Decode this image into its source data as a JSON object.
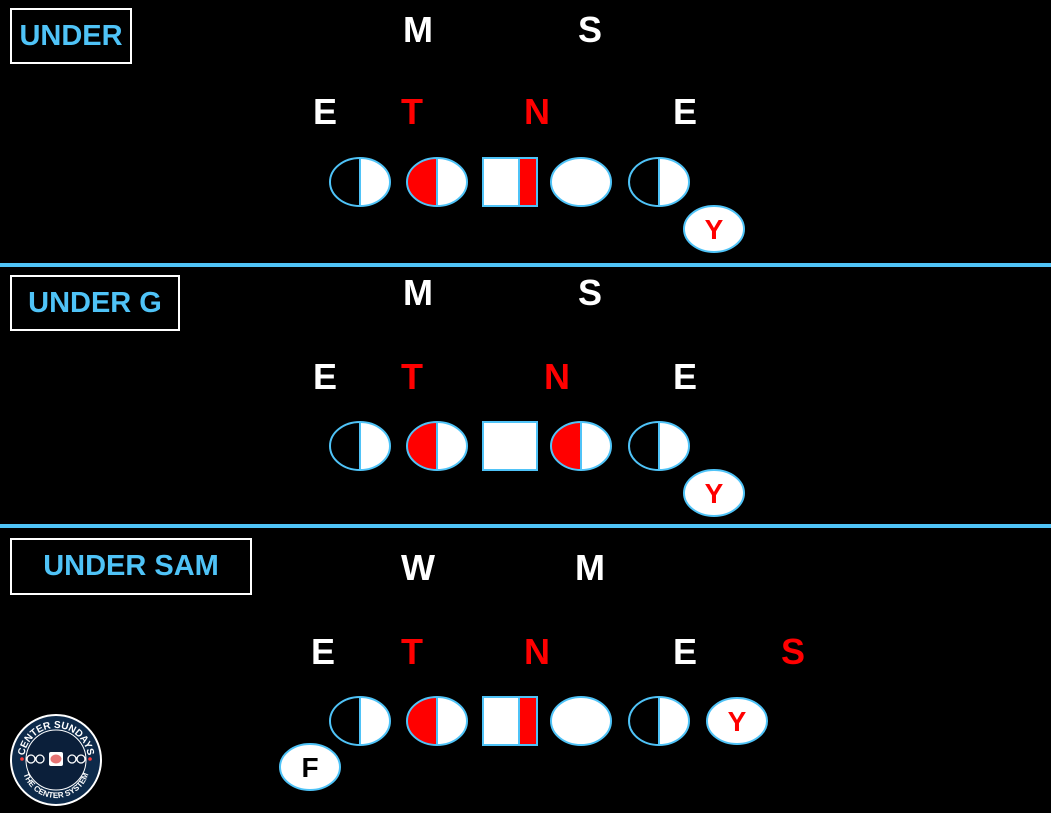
{
  "colors": {
    "accent": "#4fc3f7",
    "red": "#ff0000",
    "white": "#ffffff",
    "background": "#000000"
  },
  "panels": [
    {
      "title": "UNDER",
      "linebackers": [
        "M",
        "S"
      ],
      "front": [
        "E",
        "T",
        "N",
        "E"
      ],
      "extra_label": "",
      "players": [
        "white-left-half",
        "red-left-half",
        "center-red-right",
        "open",
        "white-left-half"
      ],
      "y_label": "Y",
      "f_label": ""
    },
    {
      "title": "UNDER G",
      "linebackers": [
        "M",
        "S"
      ],
      "front": [
        "E",
        "T",
        "N",
        "E"
      ],
      "extra_label": "",
      "players": [
        "white-left-half",
        "red-left-half",
        "center-open",
        "red-left-half",
        "white-left-half"
      ],
      "y_label": "Y",
      "f_label": ""
    },
    {
      "title": "UNDER SAM",
      "linebackers": [
        "W",
        "M"
      ],
      "front": [
        "E",
        "T",
        "N",
        "E"
      ],
      "extra_label": "S",
      "players": [
        "white-left-half",
        "red-left-half",
        "center-red-right",
        "open",
        "white-left-half"
      ],
      "y_label": "Y",
      "f_label": "F"
    }
  ],
  "logo": {
    "top_text": "CENTER SUNDAYS",
    "bottom_text": "THE CENTER SYSTEM",
    "icon": "brain-icon"
  }
}
